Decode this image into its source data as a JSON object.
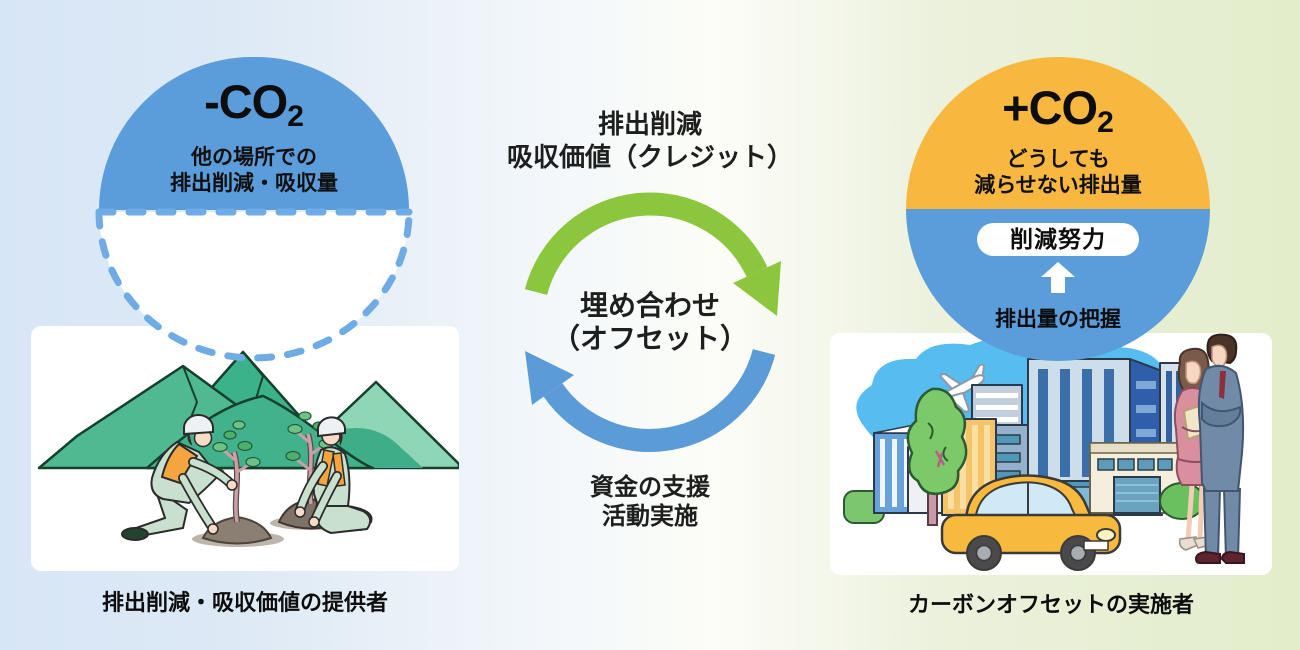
{
  "colors": {
    "circle_blue": "#5B9DDB",
    "circle_orange": "#F8B840",
    "dash_blue": "#6FABE4",
    "arrow_green": "#8CC63C",
    "arrow_blue": "#5B9BD8",
    "background_left": "#d7e6f6",
    "background_right": "#e3edca"
  },
  "left": {
    "circle": {
      "co2_main": "-CO",
      "co2_sub": "2",
      "desc_line1": "他の場所での",
      "desc_line2": "排出削減・吸収量"
    },
    "caption": "排出削減・吸収価値の提供者"
  },
  "cycle": {
    "credit_line1": "排出削減",
    "credit_line2": "吸収価値（クレジット）",
    "offset_line1": "埋め合わせ",
    "offset_line2": "（オフセット）",
    "support_line1": "資金の支援",
    "support_line2": "活動実施"
  },
  "right": {
    "circle": {
      "co2_main": "+CO",
      "co2_sub": "2",
      "desc_line1": "どうしても",
      "desc_line2": "減らせない排出量",
      "pill": "削減努力",
      "grasp": "排出量の把握"
    },
    "caption": "カーボンオフセットの実施者"
  }
}
